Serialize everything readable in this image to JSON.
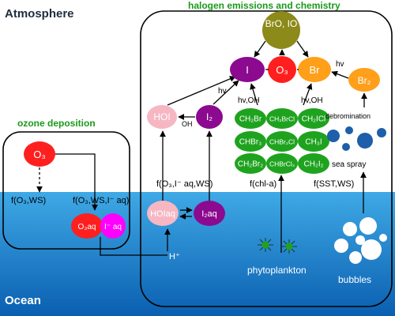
{
  "labels": {
    "atmosphere": "Atmosphere",
    "ocean": "Ocean",
    "ozone_deposition": "ozone deposition",
    "halogen_title": "halogen emissions and chemistry",
    "f_o3_ws": "f(O₃,WS)",
    "f_o3_ws_i": "f(O₃,WS,I⁻ aq)",
    "f_o3_iaq_ws": "f(O₃,I⁻ aq,WS)",
    "f_chl": "f(chl-a)",
    "f_sst_ws": "f(SST,WS)",
    "hv1": "hv",
    "hv2": "hv",
    "hv_oh1": "hv,OH",
    "hv_oh2": "hv,OH",
    "oh": "OH",
    "h_plus": "H⁺",
    "debromination": "debromination",
    "sea_spray": "sea spray",
    "phytoplankton": "phytoplankton",
    "bubbles": "bubbles"
  },
  "species": {
    "o3_air": "O₃",
    "o3_aq": "O₃aq",
    "i_aq": "I⁻ aq",
    "hoi_aq": "HOIaq",
    "i2_aq": "I₂aq",
    "hoi": "HOI",
    "i2": "I₂",
    "i": "I",
    "o3": "O₃",
    "br": "Br",
    "bro_io": "BrO, IO",
    "br2": "Br₂"
  },
  "halocarbons": [
    "CH₂Br",
    "CH₂BrCl",
    "CH₂ICl",
    "CHBr₃",
    "CHBr₂Cl",
    "CH₃I",
    "CH₂Br₂",
    "CHBrCl₂",
    "CH₂I₂"
  ],
  "colors": {
    "sky": "#ffffff",
    "ocean_top": "#3fa9e6",
    "ocean_bottom": "#0a5fb0",
    "red": "#ff1f1f",
    "magenta": "#ff00ff",
    "pink": "#f6b7c3",
    "purple": "#8b0a8f",
    "orange": "#ff9f1a",
    "olive": "#8c8a18",
    "green": "#1fa31f",
    "green_label": "#1a9a1a",
    "label_dark": "#1f2d3d"
  }
}
